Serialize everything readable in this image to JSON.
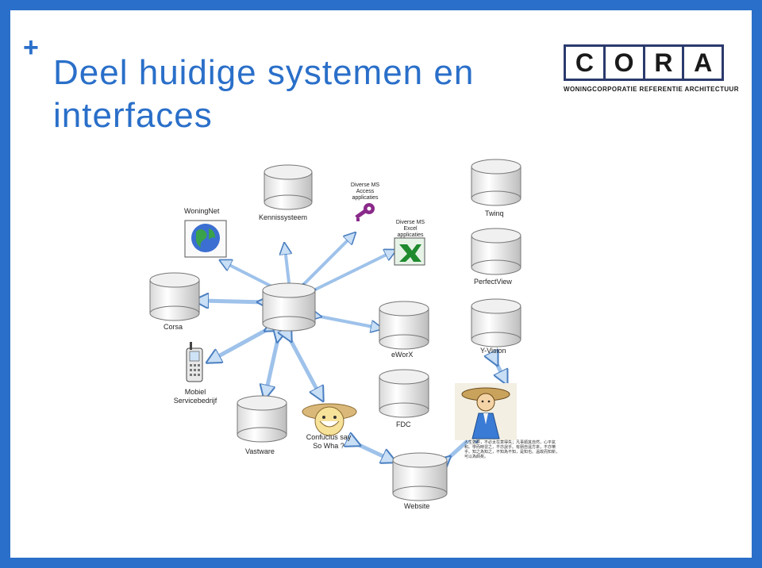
{
  "slide": {
    "title": "Deel huidige systemen en interfaces",
    "plus_symbol": "+",
    "colors": {
      "accent": "#2a6fc9",
      "arrow": "#c9dff5",
      "arrow_stroke": "#4a7fc1"
    }
  },
  "logo": {
    "letters": [
      "C",
      "O",
      "R",
      "A"
    ],
    "subtitle": "WONINGCORPORATIE REFERENTIE ARCHITECTUUR"
  },
  "nodes": {
    "woningnet": "WoningNet",
    "kennissysteem": "Kennissysteem",
    "ms_access": "Diverse MS Access applicaties",
    "ms_excel": "Diverse MS Excel applicaties",
    "twinq": "Twinq",
    "perfectview": "PerfectView",
    "corsa": "Corsa",
    "eworx": "eWorX",
    "yvision": "Y-Vision",
    "mobiel": "Mobiel Servicebedrijf",
    "vastware": "Vastware",
    "confucius": "Confucius say So Wha ?",
    "fdc": "FDC",
    "website": "Website"
  },
  "icons": [
    "globe-icon",
    "key-icon",
    "excel-icon",
    "mobile-phone-icon",
    "smiling-face-icon",
    "confucius-figure-icon"
  ]
}
